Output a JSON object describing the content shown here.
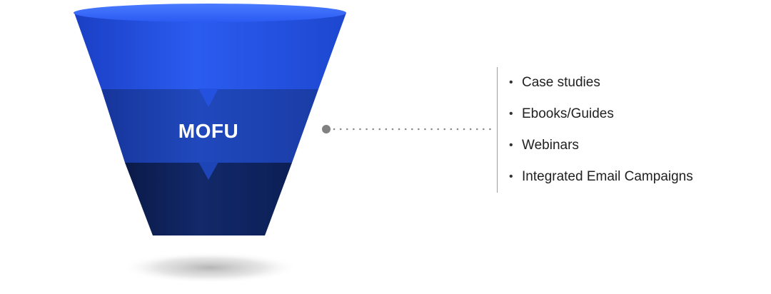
{
  "diagram": {
    "stage_label": "MOFU",
    "items": [
      {
        "text": "Case studies"
      },
      {
        "text": "Ebooks/Guides"
      },
      {
        "text": "Webinars"
      },
      {
        "text": "Integrated Email Campaigns"
      }
    ],
    "bullet_glyph": "•"
  },
  "colors": {
    "top_band": "#2253e6",
    "middle_band": "#1c44b4",
    "bottom_band": "#0e235a",
    "rim": "#3a6cff",
    "connector": "#8a8a8a",
    "divider": "#9e9e9e",
    "text": "#212121"
  },
  "icons": {
    "connector_dot": "circle-dot-icon"
  }
}
